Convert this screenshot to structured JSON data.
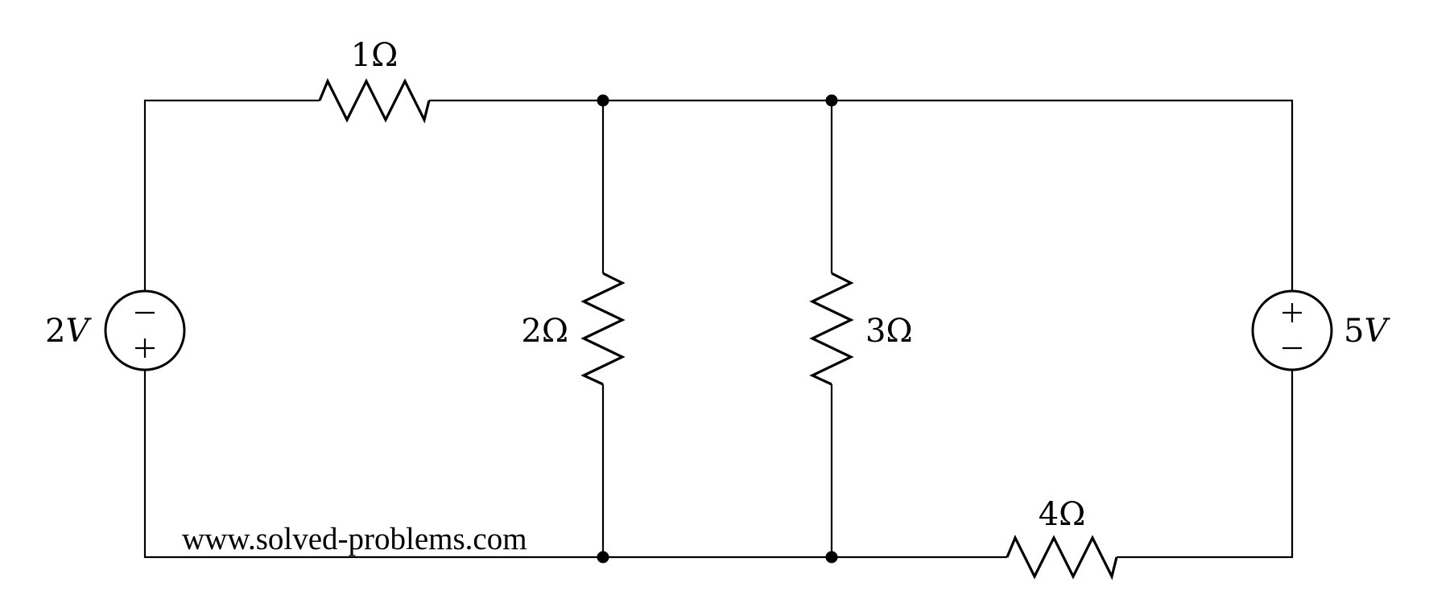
{
  "labels": {
    "r1": "1Ω",
    "r2": "2Ω",
    "r3": "3Ω",
    "r4": "4Ω",
    "v_left_num": "2",
    "v_left_unit": "V",
    "v_right_num": "5",
    "v_right_unit": "V"
  },
  "watermark": "www.solved-problems.com"
}
